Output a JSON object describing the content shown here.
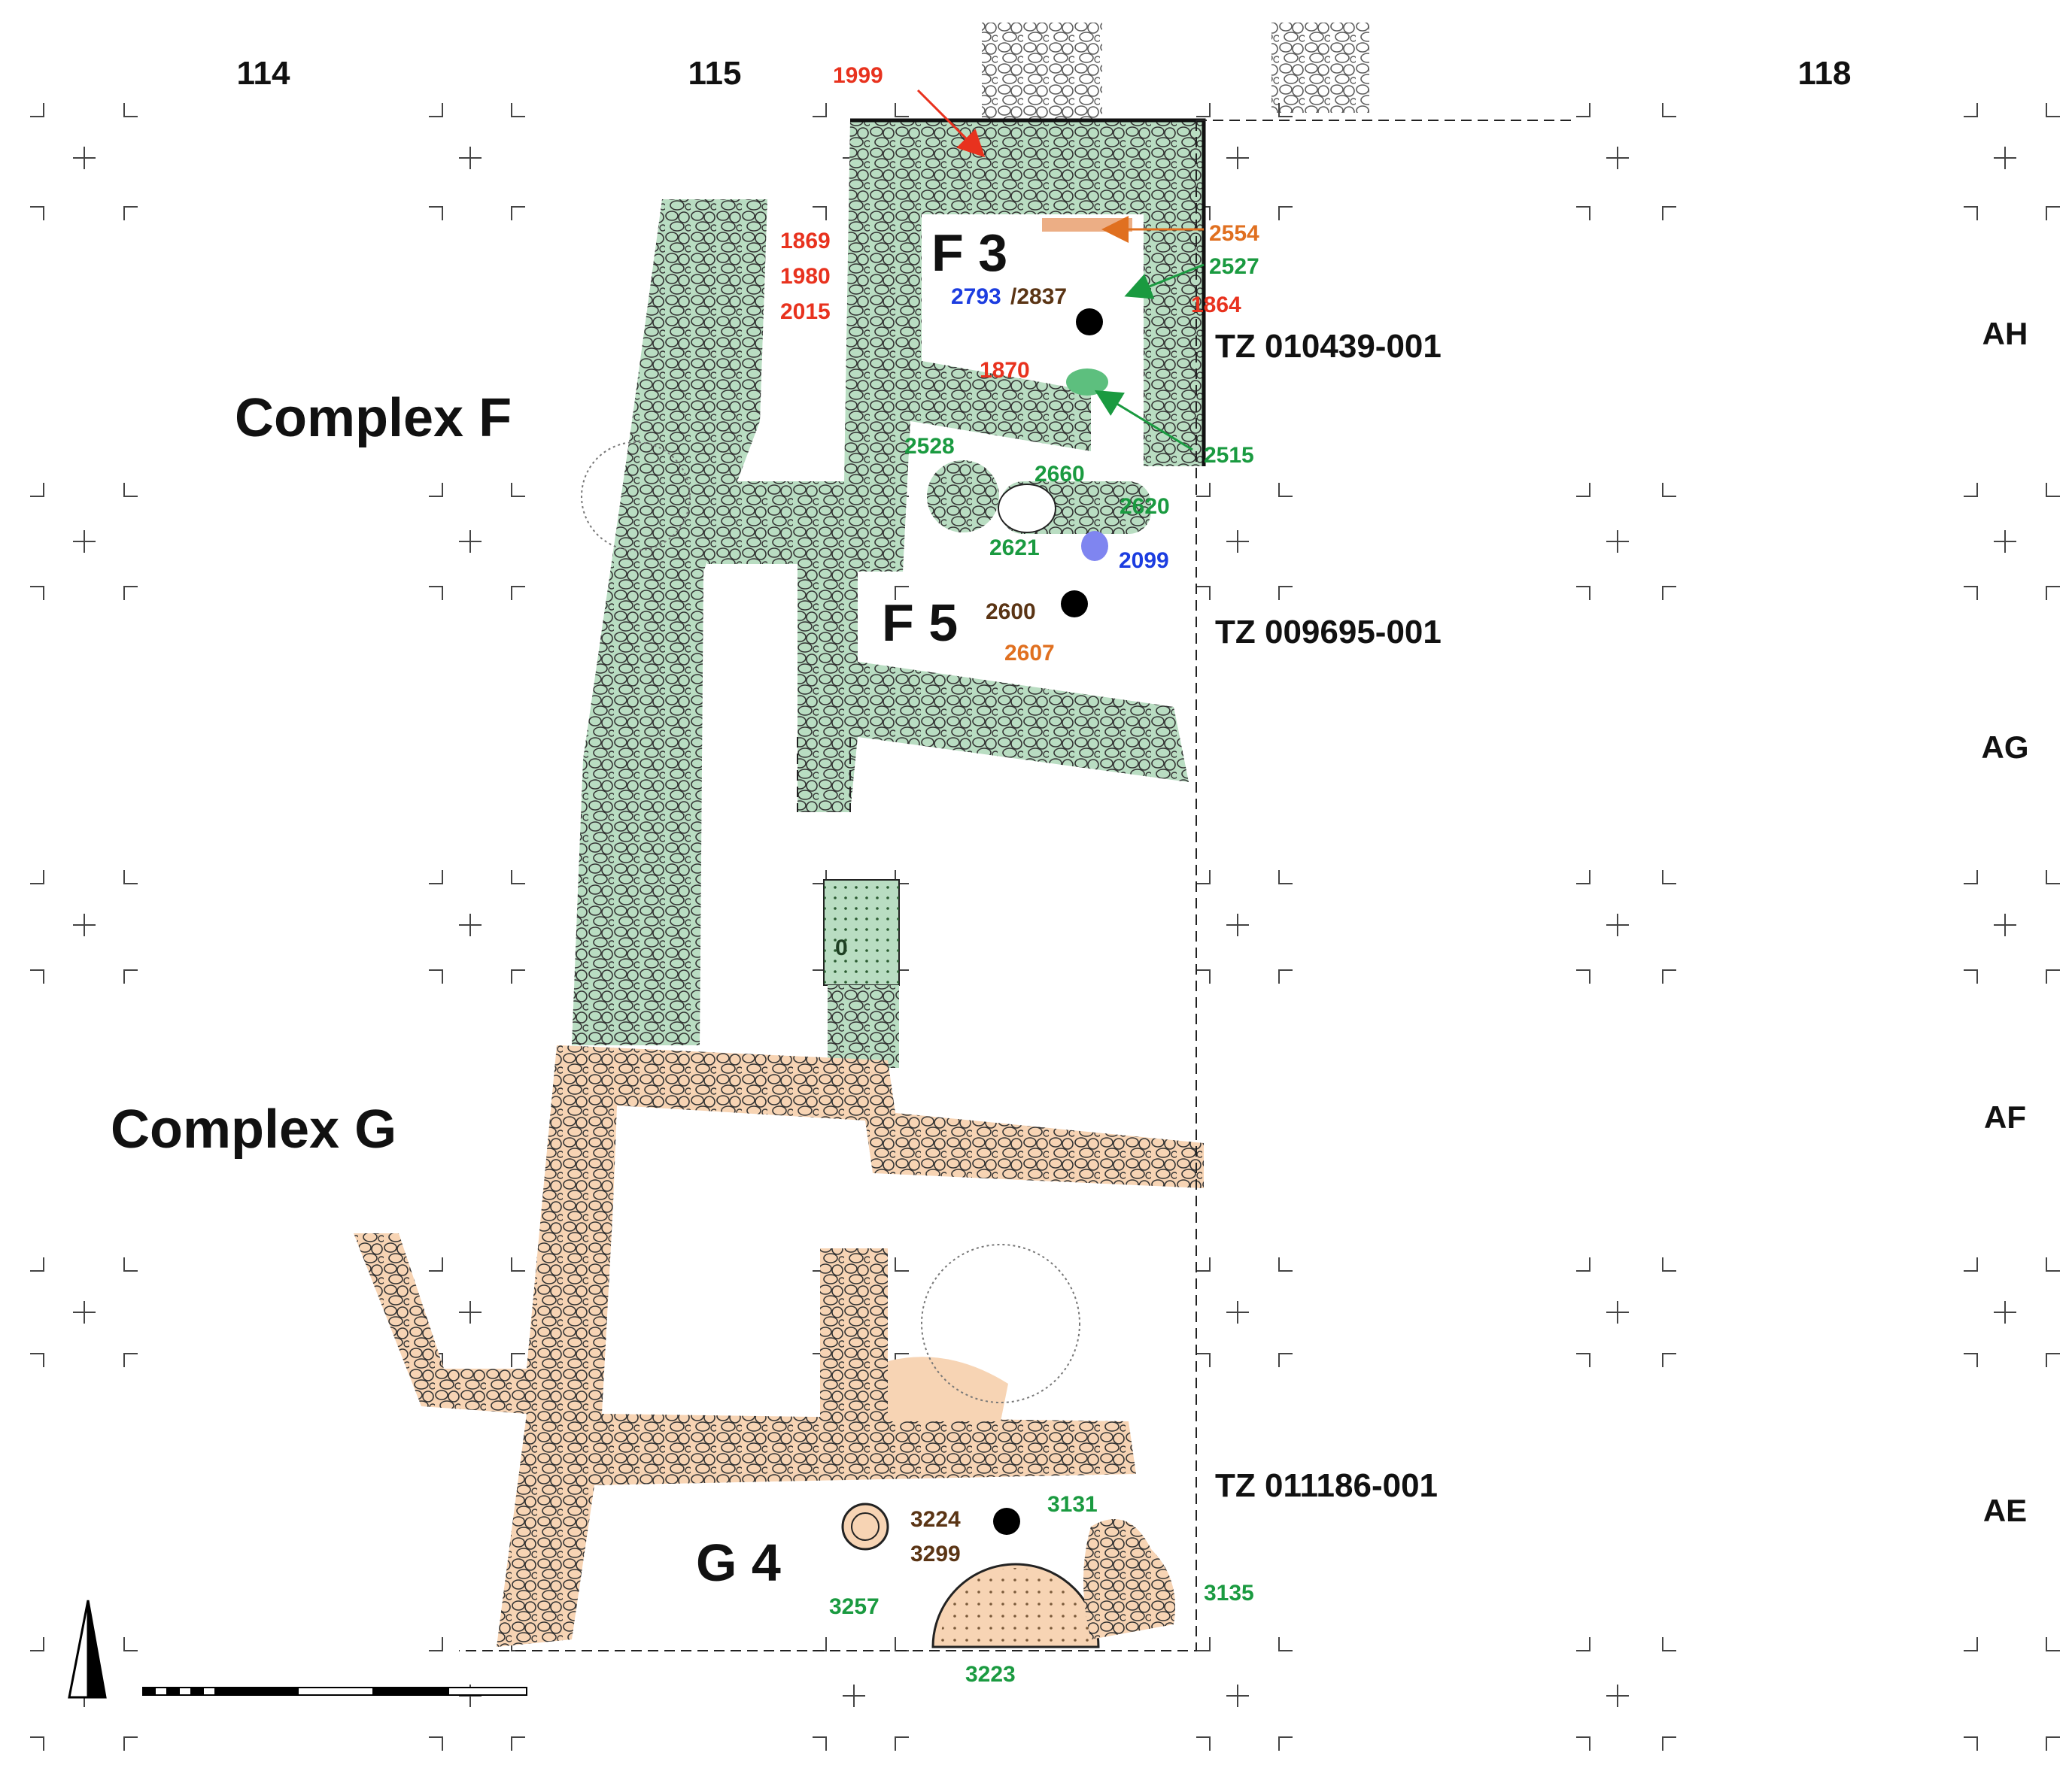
{
  "grid": {
    "columns": [
      "114",
      "115",
      "118"
    ],
    "rows": [
      "AH",
      "AG",
      "AF",
      "AE"
    ]
  },
  "complexes": {
    "f": "Complex F",
    "g": "Complex G"
  },
  "rooms": {
    "f3": "F 3",
    "f5": "F 5",
    "g4": "G 4"
  },
  "samples": {
    "tz1": "TZ 010439-001",
    "tz2": "TZ 009695-001",
    "tz3": "TZ 011186-001"
  },
  "locus": {
    "l1999": "1999",
    "l1869": "1869",
    "l1980": "1980",
    "l2015": "2015",
    "l2554": "2554",
    "l2527": "2527",
    "l1864": "1864",
    "l2793": "2793",
    "l2837": "/2837",
    "l1870": "1870",
    "l2515": "2515",
    "l2528": "2528",
    "l2660": "2660",
    "l2620": "2620",
    "l2621": "2621",
    "l2099": "2099",
    "l2600": "2600",
    "l2607": "2607",
    "l0": "0",
    "l3224": "3224",
    "l3299": "3299",
    "l3131": "3131",
    "l3135": "3135",
    "l3257": "3257",
    "l3223": "3223"
  },
  "colors": {
    "red": "#e8321e",
    "orange": "#e07020",
    "green": "#1a9a40",
    "blue": "#1c3de0",
    "brown": "#5a3414",
    "complex_f_fill": "#b9ddc2",
    "complex_g_fill": "#f7d4b4"
  },
  "icons": {
    "north": "north-arrow-icon",
    "scale": "scale-bar-icon",
    "sample_point": "sample-point-icon"
  }
}
